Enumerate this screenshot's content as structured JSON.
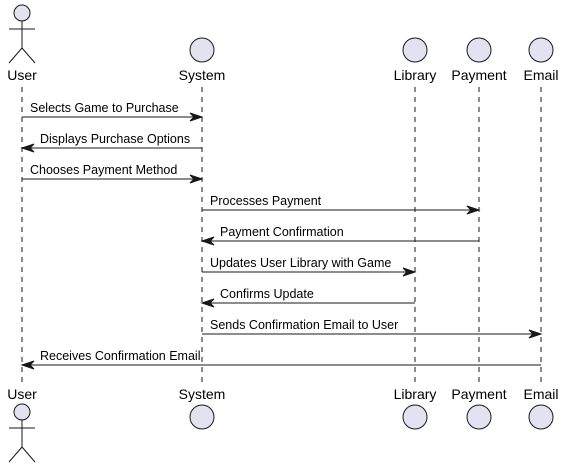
{
  "colors": {
    "participant_fill": "#e2e2f0",
    "participant_stroke": "#181818",
    "lifeline": "#181818",
    "arrow": "#181818"
  },
  "participants": [
    {
      "id": "user",
      "label": "User",
      "kind": "actor"
    },
    {
      "id": "system",
      "label": "System",
      "kind": "entity"
    },
    {
      "id": "library",
      "label": "Library",
      "kind": "entity"
    },
    {
      "id": "payment",
      "label": "Payment",
      "kind": "entity"
    },
    {
      "id": "email",
      "label": "Email",
      "kind": "entity"
    }
  ],
  "messages": [
    {
      "from": "user",
      "to": "system",
      "text": "Selects Game to Purchase"
    },
    {
      "from": "system",
      "to": "user",
      "text": "Displays Purchase Options"
    },
    {
      "from": "user",
      "to": "system",
      "text": "Chooses Payment Method"
    },
    {
      "from": "system",
      "to": "payment",
      "text": "Processes Payment"
    },
    {
      "from": "payment",
      "to": "system",
      "text": "Payment Confirmation"
    },
    {
      "from": "system",
      "to": "library",
      "text": "Updates User Library with Game"
    },
    {
      "from": "library",
      "to": "system",
      "text": "Confirms Update"
    },
    {
      "from": "system",
      "to": "email",
      "text": "Sends Confirmation Email to User"
    },
    {
      "from": "email",
      "to": "user",
      "text": "Receives Confirmation Email"
    }
  ]
}
